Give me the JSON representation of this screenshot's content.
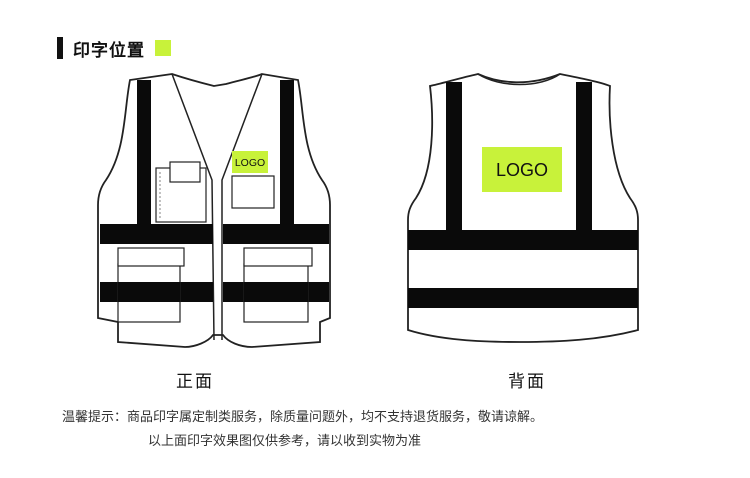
{
  "header": {
    "title": "印字位置",
    "accent_color": "#c8f23a"
  },
  "front": {
    "logo_text": "LOGO",
    "caption": "正面"
  },
  "back": {
    "logo_text": "LOGO",
    "caption": "背面"
  },
  "notes": {
    "line1": "温馨提示：商品印字属定制类服务，除质量问题外，均不支持退货服务，敬请谅解。",
    "line2": "以上面印字效果图仅供参考，请以收到实物为准"
  },
  "colors": {
    "logo_bg": "#c8f23a",
    "stripe": "#0a0a0a",
    "outline": "#222222"
  }
}
